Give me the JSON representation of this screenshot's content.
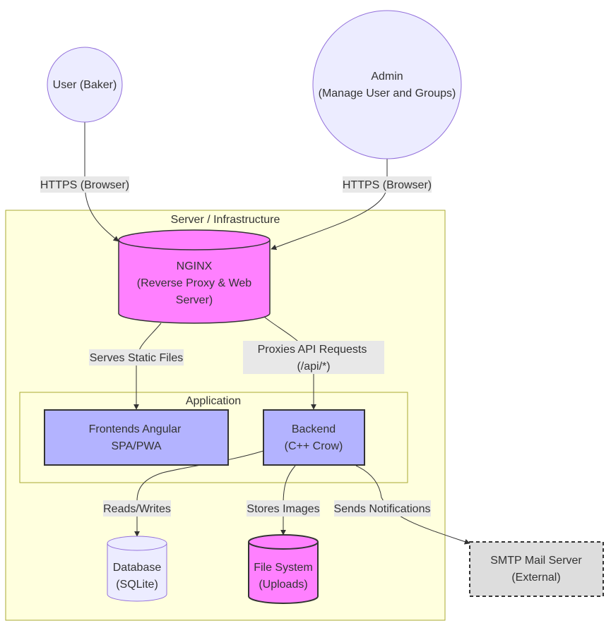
{
  "diagram": {
    "nodes": {
      "user": {
        "line1": "User (Baker)"
      },
      "admin": {
        "line1": "Admin",
        "line2": "(Manage User and Groups)"
      },
      "nginx": {
        "line1": "NGINX",
        "line2": "(Reverse Proxy & Web",
        "line3": "Server)"
      },
      "frontend": {
        "line1": "Frontends Angular",
        "line2": "SPA/PWA"
      },
      "backend": {
        "line1": "Backend",
        "line2": "(C++ Crow)"
      },
      "database": {
        "line1": "Database",
        "line2": "(SQLite)"
      },
      "filesystem": {
        "line1": "File System",
        "line2": "(Uploads)"
      },
      "smtp": {
        "line1": "SMTP Mail Server",
        "line2": "(External)"
      }
    },
    "groups": {
      "server": {
        "label": "Server / Infrastructure"
      },
      "application": {
        "label": "Application"
      }
    },
    "edges": {
      "user_nginx": {
        "label": "HTTPS (Browser)"
      },
      "admin_nginx": {
        "label": "HTTPS (Browser)"
      },
      "nginx_frontend": {
        "label": "Serves Static Files"
      },
      "nginx_backend": {
        "label_line1": "Proxies API Requests",
        "label_line2": "(/api/*)"
      },
      "backend_database": {
        "label": "Reads/Writes"
      },
      "backend_filesystem": {
        "label": "Stores Images"
      },
      "backend_smtp": {
        "label": "Sends Notifications"
      }
    },
    "colors": {
      "group_fill": "#ffffde",
      "group_stroke": "#aaaa33",
      "actor_fill": "#ececff",
      "actor_stroke": "#9370db",
      "service_fill": "#b3b3ff",
      "store_fill": "#ff80ff",
      "external_fill": "#dddddd",
      "label_bg": "#e8e8e8",
      "stroke": "#333333"
    }
  }
}
